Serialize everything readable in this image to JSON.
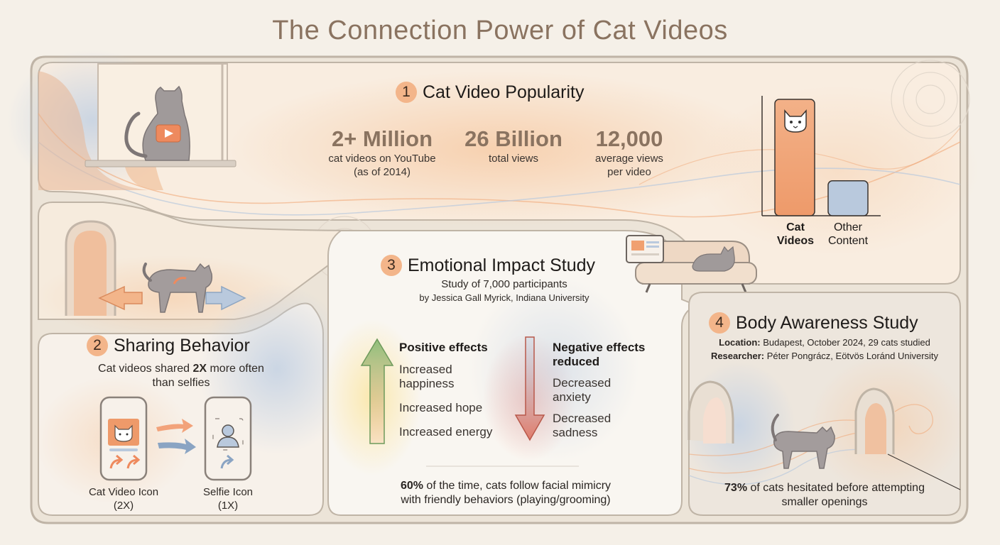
{
  "title": "The Connection Power of Cat Videos",
  "icons": [
    "cat-silhouette-icon",
    "play-button-icon",
    "cat-face-icon",
    "smartphone-icon",
    "share-arrow-icon",
    "person-icon",
    "arrow-right-icon",
    "arrow-up-icon",
    "arrow-down-icon",
    "tablet-icon",
    "sofa-icon",
    "cat-door-icon"
  ],
  "colors": {
    "accent": "#f3b58a",
    "orange": "#f0a070",
    "blue": "#b9c9dd",
    "text": "#2a2522",
    "brown": "#8a7360"
  },
  "popularity": {
    "number": "1",
    "title": "Cat Video Popularity",
    "stats": [
      {
        "value": "2+ Million",
        "label_line1": "cat videos on YouTube",
        "label_line2": "(as of 2014)"
      },
      {
        "value": "26 Billion",
        "label_line1": "total views",
        "label_line2": ""
      },
      {
        "value": "12,000",
        "label_line1": "average views",
        "label_line2": "per video"
      }
    ],
    "bar_chart": {
      "bars": [
        {
          "label_line1": "Cat",
          "label_line2": "Videos",
          "color": "#f0a070",
          "relative_value": 1.0
        },
        {
          "label_line1": "Other",
          "label_line2": "Content",
          "color": "#b9c9dd",
          "relative_value": 0.3
        }
      ]
    }
  },
  "sharing": {
    "number": "2",
    "title": "Sharing Behavior",
    "desc_pre": "Cat videos shared ",
    "desc_bold": "2X",
    "desc_post": " more often",
    "desc_line2": "than selfies",
    "phones": [
      {
        "label_line1": "Cat Video Icon",
        "label_line2": "(2X)"
      },
      {
        "label_line1": "Selfie Icon",
        "label_line2": "(1X)"
      }
    ]
  },
  "emotional": {
    "number": "3",
    "title": "Emotional Impact Study",
    "subtitle": "Study of 7,000 participants",
    "author": "by Jessica Gall Myrick, Indiana University",
    "positive": {
      "heading": "Positive effects",
      "items": [
        "Increased happiness",
        "Increased hope",
        "Increased energy"
      ]
    },
    "negative": {
      "heading_line1": "Negative effects",
      "heading_line2": "reduced",
      "items": [
        "Decreased anxiety",
        "Decreased sadness"
      ]
    },
    "footer_bold": "60%",
    "footer_rest": " of the time, cats follow facial mimicry",
    "footer_line2": "with friendly behaviors (playing/grooming)"
  },
  "body": {
    "number": "4",
    "title": "Body Awareness Study",
    "location_label": "Location:",
    "location_value": " Budapest, October 2024, 29 cats studied",
    "researcher_label": "Researcher:",
    "researcher_value": " Péter Pongrácz, Eötvös Loránd University",
    "footer_bold": "73%",
    "footer_rest": " of cats hesitated before attempting",
    "footer_line2": "smaller openings"
  }
}
